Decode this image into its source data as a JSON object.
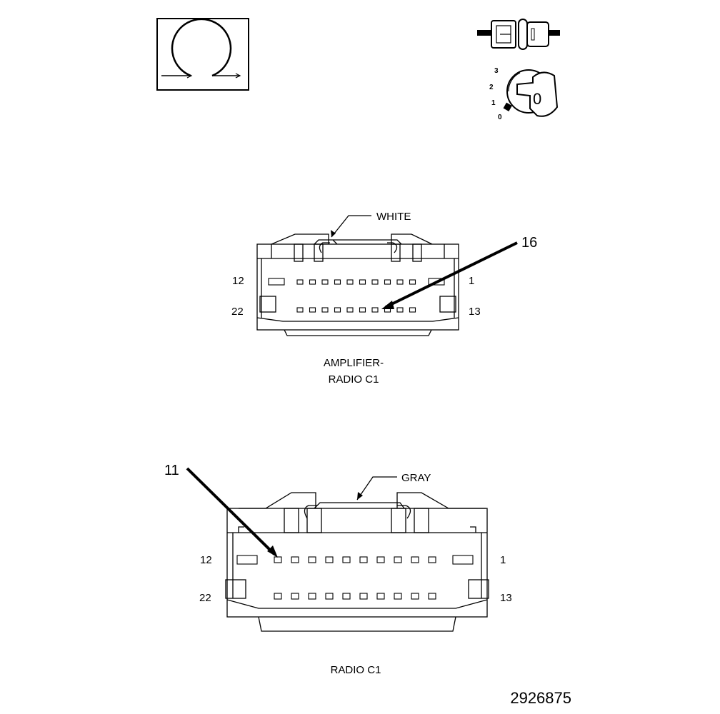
{
  "header": {
    "key_positions": [
      "3",
      "2",
      "1",
      "0"
    ],
    "key_digit": "0"
  },
  "connector_1": {
    "color_label": "WHITE",
    "callout": "16",
    "pin_top_left": "12",
    "pin_top_right": "1",
    "pin_bottom_left": "22",
    "pin_bottom_right": "13",
    "name_line1": "AMPLIFIER-",
    "name_line2": "RADIO C1"
  },
  "connector_2": {
    "color_label": "GRAY",
    "callout": "11",
    "pin_top_left": "12",
    "pin_top_right": "1",
    "pin_bottom_left": "22",
    "pin_bottom_right": "13",
    "name": "RADIO C1"
  },
  "figure_number": "2926875"
}
